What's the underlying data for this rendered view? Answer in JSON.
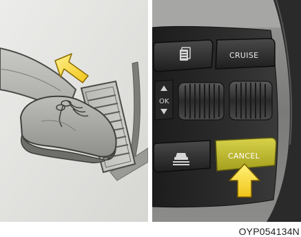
{
  "right": {
    "cruise_label": "CRUISE",
    "ok_label": "OK",
    "cancel_label": "CANCEL",
    "cancel_color": "#c5bf2b",
    "arrow_color": "#f2d52a"
  },
  "caption": "OYP054134N"
}
